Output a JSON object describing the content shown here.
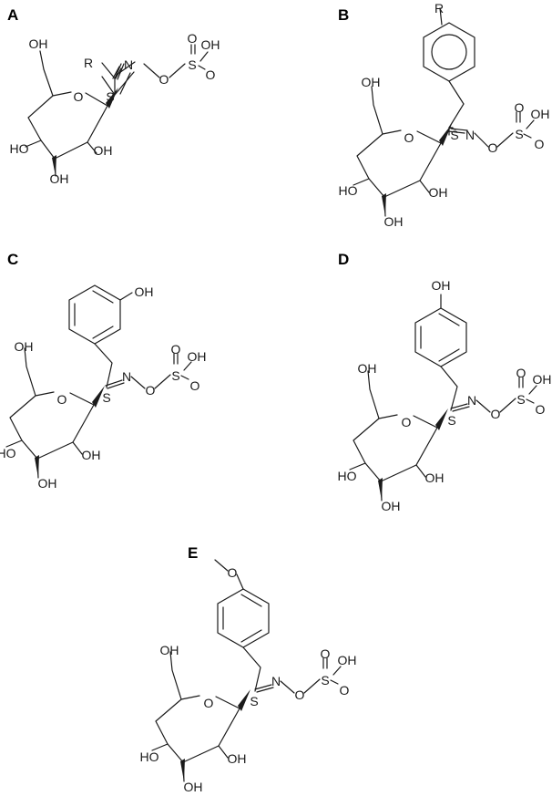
{
  "figure": {
    "panels": [
      {
        "label": "A",
        "atoms": {
          "r": "R",
          "n": "N",
          "o_link": "O",
          "s_sulf": "S",
          "oh_sulf": "OH",
          "o_sulf1": "O",
          "o_sulf2": "O",
          "s_thio": "S",
          "o_ring": "O",
          "oh_c6": "OH",
          "oh_c2": "OH",
          "oh_c3": "OH",
          "oh_c4": "HO"
        }
      },
      {
        "label": "B",
        "atoms": {
          "r": "R",
          "n": "N",
          "o_link": "O",
          "s_sulf": "S",
          "oh_sulf": "OH",
          "o_sulf1": "O",
          "o_sulf2": "O",
          "s_thio": "S",
          "o_ring": "O",
          "oh_c6": "OH",
          "oh_c2": "OH",
          "oh_c3": "OH",
          "oh_c4": "HO"
        }
      },
      {
        "label": "C",
        "atoms": {
          "oh_ar": "OH",
          "n": "N",
          "o_link": "O",
          "s_sulf": "S",
          "oh_sulf": "OH",
          "o_sulf1": "O",
          "o_sulf2": "O",
          "s_thio": "S",
          "o_ring": "O",
          "oh_c6": "OH",
          "oh_c2": "OH",
          "oh_c3": "OH",
          "oh_c4": "HO"
        }
      },
      {
        "label": "D",
        "atoms": {
          "oh_ar": "OH",
          "n": "N",
          "o_link": "O",
          "s_sulf": "S",
          "oh_sulf": "OH",
          "o_sulf1": "O",
          "o_sulf2": "O",
          "s_thio": "S",
          "o_ring": "O",
          "oh_c6": "OH",
          "oh_c2": "OH",
          "oh_c3": "OH",
          "oh_c4": "HO"
        }
      },
      {
        "label": "E",
        "atoms": {
          "o_me": "O",
          "n": "N",
          "o_link": "O",
          "s_sulf": "S",
          "oh_sulf": "OH",
          "o_sulf1": "O",
          "o_sulf2": "O",
          "s_thio": "S",
          "o_ring": "O",
          "oh_c6": "OH",
          "oh_c2": "OH",
          "oh_c3": "OH",
          "oh_c4": "HO"
        }
      }
    ]
  }
}
